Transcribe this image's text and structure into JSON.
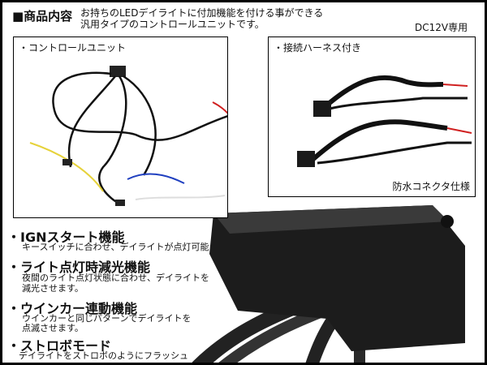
{
  "header": {
    "title": "■商品内容",
    "description_lines": [
      "お持ちのLEDデイライトに付加機能を付ける事ができる",
      "汎用タイプのコントロールユニットです。"
    ],
    "voltage": "DC12V専用"
  },
  "panels": {
    "control_unit_label": "・コントロールユニット",
    "harness_label": "・接続ハーネス付き",
    "harness_caption": "防水コネクタ仕様"
  },
  "features": [
    {
      "title": "・IGNスタート機能",
      "lines": [
        "キースイッチに合わせ、デイライトが点灯可能"
      ]
    },
    {
      "title": "・ライト点灯時減光機能",
      "lines": [
        "夜間のライト点灯状態に合わせ、デイライトを",
        "減光させます。"
      ]
    },
    {
      "title": "・ウインカー連動機能",
      "lines": [
        "ウインカーと同じパターンでデイライトを",
        "点滅させます。"
      ]
    },
    {
      "title": "・ストロボモード",
      "lines": [
        "デイライトをストロボのようにフラッシュ"
      ]
    }
  ]
}
